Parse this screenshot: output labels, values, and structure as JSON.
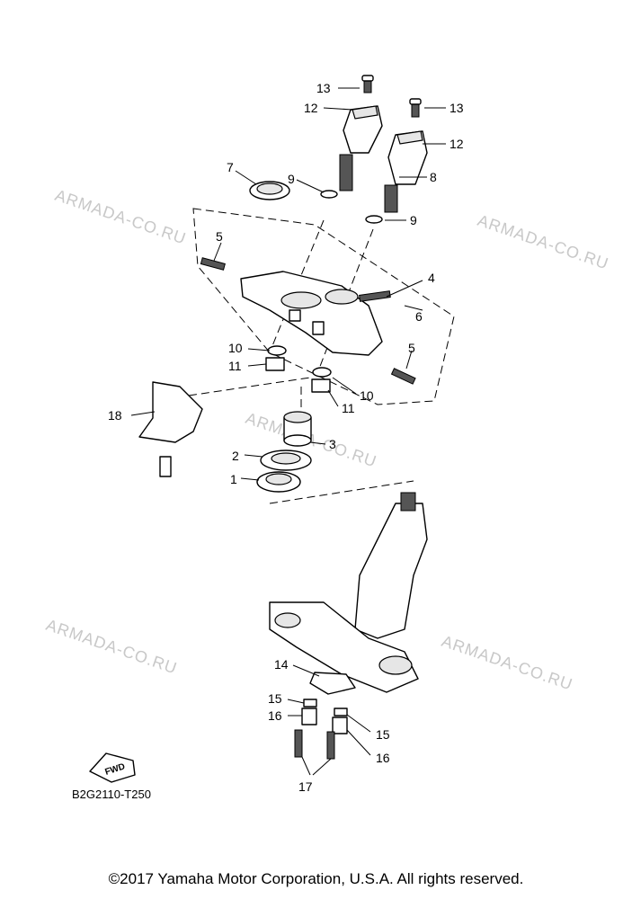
{
  "diagram": {
    "drawing_code": "B2G2110-T250",
    "fwd_label": "FWD",
    "watermark": "ARMADA-CO.RU",
    "callouts": [
      "13",
      "12",
      "13",
      "12",
      "7",
      "9",
      "8",
      "9",
      "5",
      "4",
      "6",
      "10",
      "11",
      "5",
      "10",
      "11",
      "18",
      "3",
      "2",
      "1",
      "14",
      "15",
      "16",
      "15",
      "16",
      "17"
    ]
  },
  "footer": {
    "copyright": "©2017 Yamaha Motor Corporation, U.S.A. All rights reserved."
  }
}
